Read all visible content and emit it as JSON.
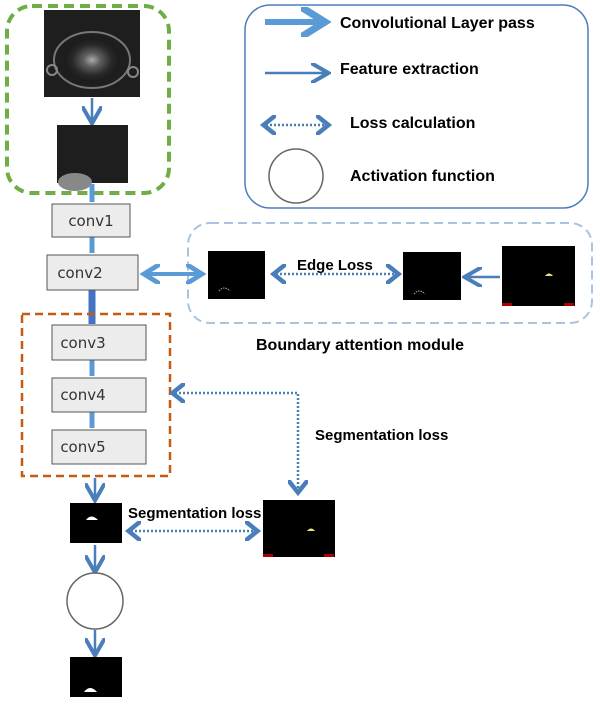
{
  "legend": {
    "conv_pass": "Convolutional Layer pass",
    "feature_extraction": "Feature extraction",
    "loss_calculation": "Loss calculation",
    "activation_function": "Activation function"
  },
  "layers": [
    "conv1",
    "conv2",
    "conv3",
    "conv4",
    "conv5"
  ],
  "boundary": {
    "edge_loss": "Edge Loss",
    "title": "Boundary attention module"
  },
  "segmentation_loss_right": "Segmentation loss",
  "segmentation_loss_bottom": "Segmentation loss",
  "colors": {
    "arrow": "#4a7ebb",
    "thick_arrow": "#5b9bd5",
    "green_box": "#70ad47",
    "orange_box": "#c55a11",
    "boundary_box": "#a9c4e0",
    "legend_box": "#4a7ebb"
  }
}
